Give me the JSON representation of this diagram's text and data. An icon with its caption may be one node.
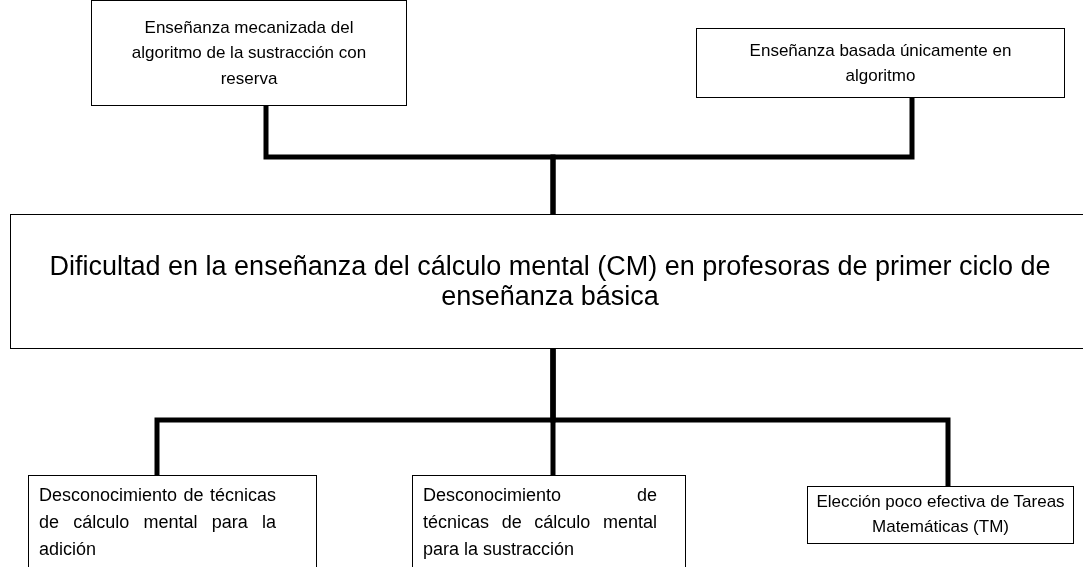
{
  "diagram": {
    "nodes": [
      {
        "text": [
          "Enseñanza mecanizada del algoritmo de la sustracción con reserva"
        ]
      },
      {
        "text": [
          "Enseñanza basada únicamente en algoritmo"
        ]
      },
      {
        "text": [
          "Dificultad en la enseñanza del cálculo mental (CM) en profesoras de primer ciclo de enseñanza básica"
        ]
      },
      {
        "text": [
          "Desconocimiento de técnicas de cálculo mental para la adición"
        ]
      },
      {
        "text": [
          "Desconocimiento de técnicas de cálculo mental para la sustracción"
        ]
      },
      {
        "text": [
          "Elección poco efectiva de Tareas Matemáticas (TM)"
        ]
      }
    ],
    "edges": [
      {
        "from": 0,
        "to": 2,
        "arrow": "none"
      },
      {
        "from": 1,
        "to": 2,
        "arrow": "none"
      },
      {
        "from": 2,
        "to": 3,
        "arrow": "none"
      },
      {
        "from": 2,
        "to": 4,
        "arrow": "none"
      },
      {
        "from": 2,
        "to": 5,
        "arrow": "none"
      }
    ]
  }
}
